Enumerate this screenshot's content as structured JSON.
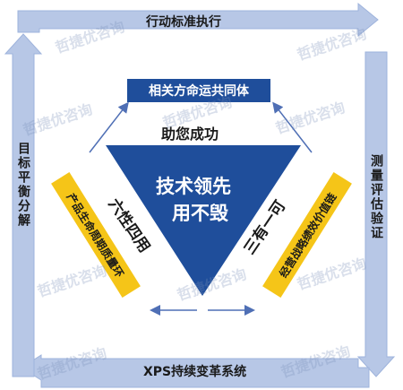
{
  "loop": {
    "top": "行动标准执行",
    "right": "测量评估验证",
    "bottom": "XPS持续变革系统",
    "left": "目标平衡分解"
  },
  "center": {
    "top_box": "相关方命运共同体",
    "subtitle": "助您成功",
    "triangle_text_1": "技术领先",
    "triangle_text_2": "用不毁",
    "left_side": "六性四用",
    "right_side": "三有一可"
  },
  "side_boxes": {
    "left": "产品生命周期质量环",
    "right": "经营战略绩效价值链"
  },
  "watermark": "哲捷优咨询",
  "colors": {
    "loop": "#b7c7e6",
    "loop_stroke": "#9eb3dc",
    "blue": "#1f4e9b",
    "yellow": "#f5c518",
    "arrow": "#4f6fb5"
  }
}
